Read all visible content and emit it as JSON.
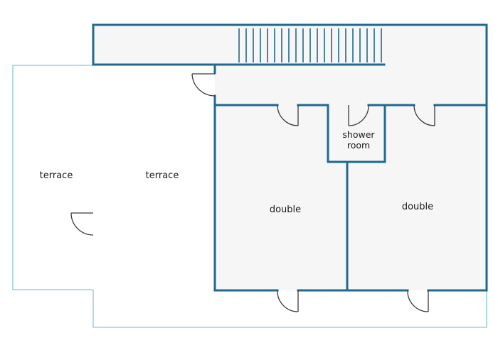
{
  "colors": {
    "wall": "#1f6a8e",
    "outline": "#9dd0e0",
    "interior": "#f6f6f6",
    "door": "#3a3a3a",
    "text": "#1a1a1a"
  },
  "rooms": {
    "terrace_outer": {
      "label": "terrace"
    },
    "terrace_inner": {
      "label": "terrace"
    },
    "shower_room": {
      "label_line1": "shower",
      "label_line2": "room"
    },
    "double_left": {
      "label": "double"
    },
    "double_right": {
      "label": "double"
    }
  },
  "icons": [
    "door-swing-icon",
    "staircase-icon"
  ]
}
